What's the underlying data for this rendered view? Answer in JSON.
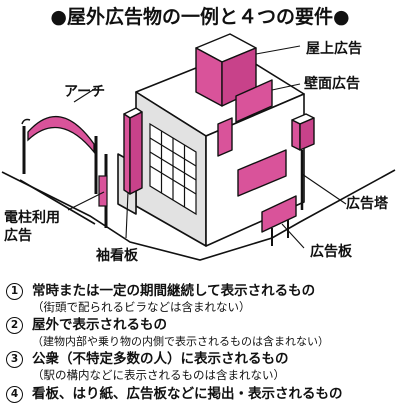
{
  "title": "●屋外広告物の一例と４つの要件●",
  "labels": {
    "rooftop": "屋上広告",
    "wall": "壁面広告",
    "arch": "アーチ",
    "tower": "広告塔",
    "pole_line1": "電柱利用",
    "pole_line2": "広告",
    "sleeve": "袖看板",
    "board": "広告板"
  },
  "requirements": [
    {
      "num": "1",
      "main": "常時または一定の期間継続して表示されるもの",
      "sub": "（街頭で配られるビラなどは含まれない）"
    },
    {
      "num": "2",
      "main": "屋外で表示されるもの",
      "sub": "（建物内部や乗り物の内側で表示されるものは含まれない）"
    },
    {
      "num": "3",
      "main": "公衆（不特定多数の人）に表示されるもの",
      "sub": "（駅の構内などに表示されるものは含まれない）"
    },
    {
      "num": "4",
      "main": "看板、はり紙、広告板などに掲出・表示されるもの",
      "sub": ""
    }
  ],
  "colors": {
    "accent": "#d9539a",
    "line": "#111111",
    "shade": "#e2e2e2"
  }
}
